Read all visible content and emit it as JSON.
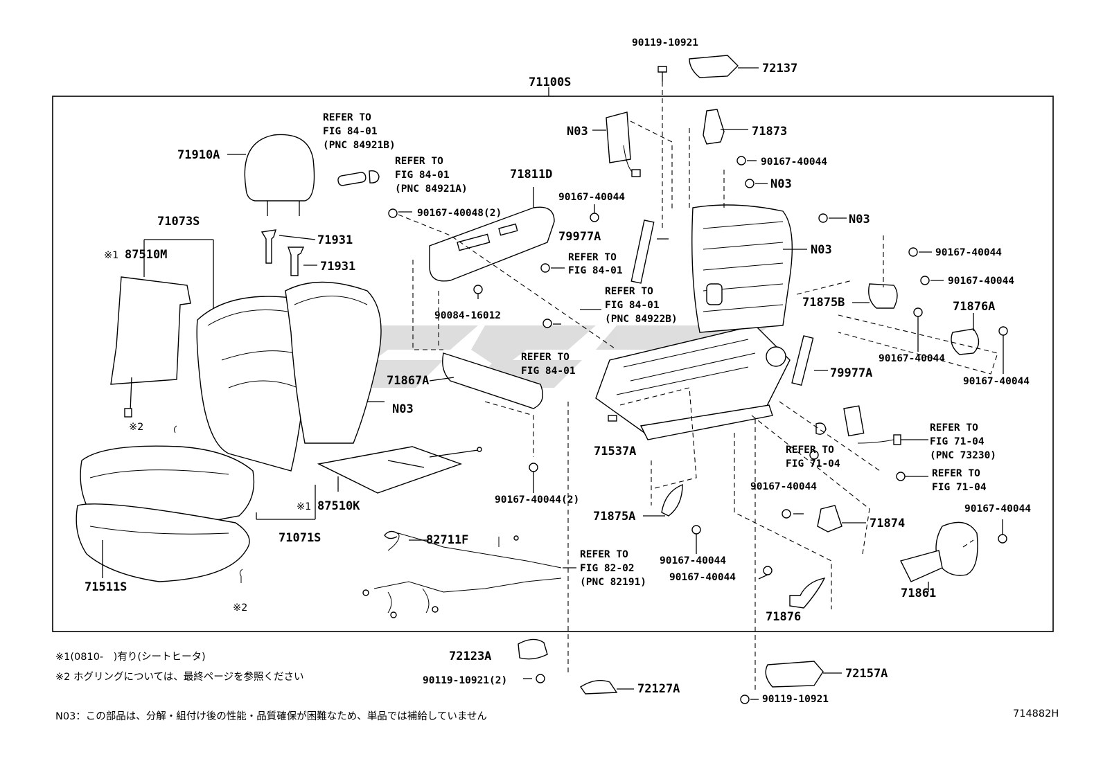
{
  "drawing_code": "714882H",
  "assembly": {
    "main_part": "71100S"
  },
  "parts": {
    "headrest": "71910A",
    "headrest_support_1": "71931",
    "headrest_support_2": "71931",
    "back_cover_set": "71073S",
    "back_heater": "87510M",
    "cushion_cover_set": "71071S",
    "cushion_pad_set": "71511S",
    "cushion_heater": "87510K",
    "back_pad": "N03",
    "side_shield": "71811D",
    "shield_trim": "71867A",
    "wire_harness": "82711F",
    "backframe_nut_a": "N03",
    "backframe_nut_b": "N03",
    "backframe": "N03",
    "top_bracket": "N03",
    "top_cover_bracket": "71873",
    "recliner_cover_left": "79977A",
    "recliner_cover_right": "79977A",
    "track_cover_b": "71875B",
    "track_cover_a_upper": "71876A",
    "track_cover_lower": "71875A",
    "track_bracket": "71537A",
    "bracket_71874": "71874",
    "track_cover_71876": "71876",
    "lever_knob": "71861",
    "cover_72137": "72137",
    "cover_72123a": "72123A",
    "cover_72127a": "72127A",
    "cover_72157a": "72157A"
  },
  "fasteners": {
    "bolt_top": "90119-10921",
    "screw_4": "90167-40048(2)",
    "screw_side": "90167-40044",
    "clip_90084": "90084-16012",
    "screw_tr1": "90167-40044",
    "screw_r1": "90167-40044",
    "screw_r2": "90167-40044",
    "screw_r3": "90167-40044",
    "screw_r4": "90167-40044",
    "screw_bot2": "90167-40044(2)",
    "screw_71875a": "90167-40044",
    "screw_71874": "90167-40044",
    "screw_71876": "90167-40044",
    "screw_71861": "90167-40044",
    "bolt_72123a": "90119-10921(2)",
    "bolt_72157a": "90119-10921"
  },
  "refer": {
    "fig_84_01_a": [
      "REFER TO",
      "FIG 84-01",
      "(PNC 84921B)"
    ],
    "fig_84_01_b": [
      "REFER TO",
      "FIG 84-01",
      "(PNC 84921A)"
    ],
    "fig_84_01_c": [
      "REFER TO",
      "FIG 84-01"
    ],
    "fig_84_01_d": [
      "REFER TO",
      "FIG 84-01",
      "(PNC 84922B)"
    ],
    "fig_84_01_e": [
      "REFER TO",
      "FIG 84-01"
    ],
    "fig_71_04_a": [
      "REFER TO",
      "FIG 71-04"
    ],
    "fig_71_04_b": [
      "REFER TO",
      "FIG 71-04",
      "(PNC 73230)"
    ],
    "fig_71_04_c": [
      "REFER TO",
      "FIG 71-04"
    ],
    "fig_82_02": [
      "REFER TO",
      "FIG 82-02",
      "(PNC 82191)"
    ]
  },
  "marks": {
    "m1_87510m": "※1",
    "m1_87510k": "※1",
    "m2_a": "※2",
    "m2_b": "※2"
  },
  "notes": {
    "note1": "※1(0810-　)有り(シートヒータ)",
    "note2": "※2  ホグリングについては、最終ページを参照ください",
    "note3": "N03：この部品は、分解・組付け後の性能・品質確保が困難なため、単品では補給していません"
  }
}
